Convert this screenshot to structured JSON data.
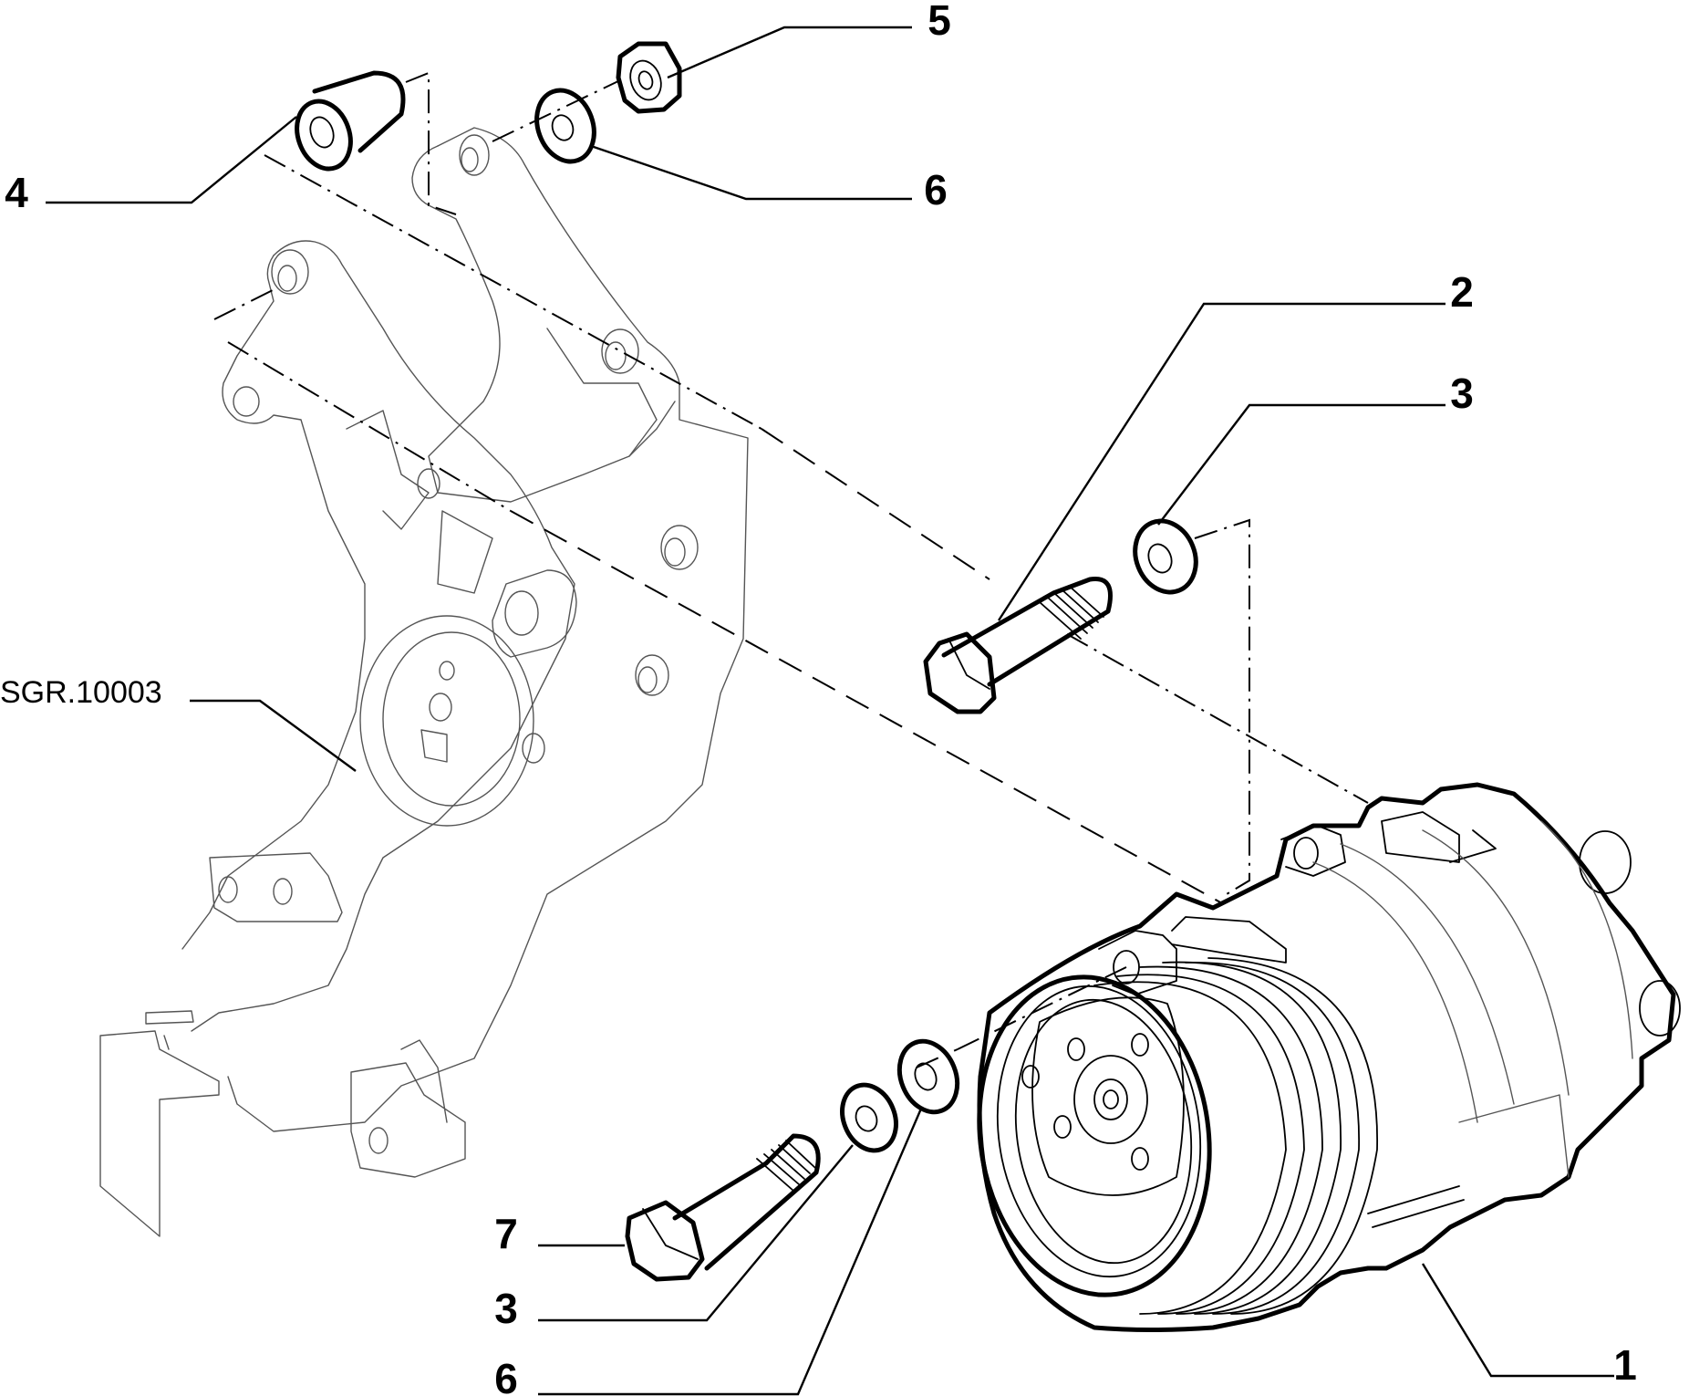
{
  "callouts": [
    {
      "id": "1",
      "label": "1"
    },
    {
      "id": "2",
      "label": "2"
    },
    {
      "id": "3a",
      "label": "3"
    },
    {
      "id": "3b",
      "label": "3"
    },
    {
      "id": "4",
      "label": "4"
    },
    {
      "id": "5",
      "label": "5"
    },
    {
      "id": "6a",
      "label": "6"
    },
    {
      "id": "6b",
      "label": "6"
    },
    {
      "id": "7",
      "label": "7"
    }
  ],
  "reference_label": "SGR.10003"
}
